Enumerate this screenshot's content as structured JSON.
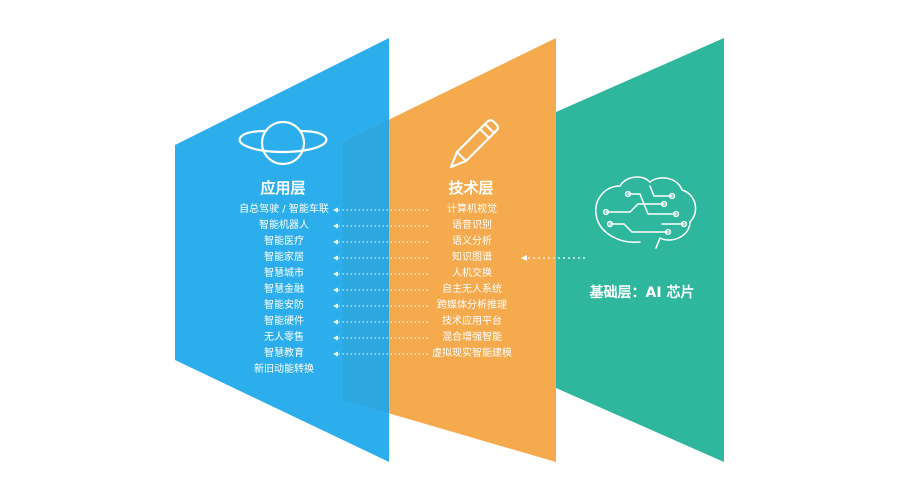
{
  "colors": {
    "application": "#1ba7ea",
    "technology": "#f3a33e",
    "foundation": "#2fb79d"
  },
  "application_layer": {
    "icon": "planet-icon",
    "title": "应用层",
    "items": [
      "自总驾驶 / 智能车联",
      "智能机器人",
      "智能医疗",
      "智能家居",
      "智慧城市",
      "智慧金融",
      "智能安防",
      "智能硬件",
      "无人零售",
      "智慧教育",
      "新旧动能转换"
    ]
  },
  "technology_layer": {
    "icon": "pencil-icon",
    "title": "技术层",
    "items": [
      "计算机视觉",
      "语音识别",
      "语义分析",
      "知识图谱",
      "人机交换",
      "自主无人系统",
      "跨媒体分析推理",
      "技术应用平台",
      "混合增强智能",
      "虚拟现实智能建模"
    ]
  },
  "foundation_layer": {
    "icon": "brain-circuit-icon",
    "title": "基础层：AI 芯片"
  }
}
